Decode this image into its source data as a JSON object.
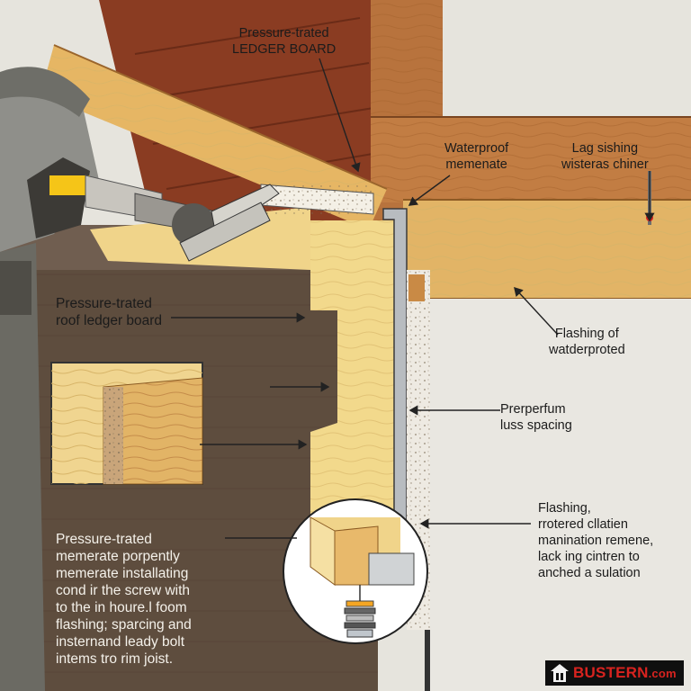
{
  "labels": {
    "top_ledger": [
      "Pressure-trated",
      "LEDGER BOARD"
    ],
    "waterproof_membrane": [
      "Waterproof",
      "memenate"
    ],
    "lag_flashing": [
      "Lag sishing",
      "wisteras chiner"
    ],
    "roof_ledger": [
      "Pressure-trated",
      "roof ledger board"
    ],
    "flashing_waterproofed": [
      "Flashing of",
      "watderproted"
    ],
    "spacing": [
      "Prerperfum",
      "luss spacing"
    ],
    "flashing_detail": [
      "Flashing,",
      "rrotered cllatien",
      "manination remene,",
      "lack ing cintren to",
      "anched a sulation"
    ],
    "bottom_note": [
      "Pressure-trated",
      "memerate porpently",
      "memerate installating",
      "cond ir the screw with",
      "to the in houre.l foom",
      "flashing; sparcing and",
      "insternand leady bolt",
      "intems tro rim joist."
    ]
  },
  "brand": {
    "name": "BUSTERN",
    "domain": ".com"
  },
  "colors": {
    "wood_light": "#f2d98c",
    "wood_tan": "#e2b466",
    "wood_brown": "#b8733d",
    "roof_red": "#8a3c22",
    "wall": "#e6e4dd",
    "brand_red": "#d8231f"
  }
}
